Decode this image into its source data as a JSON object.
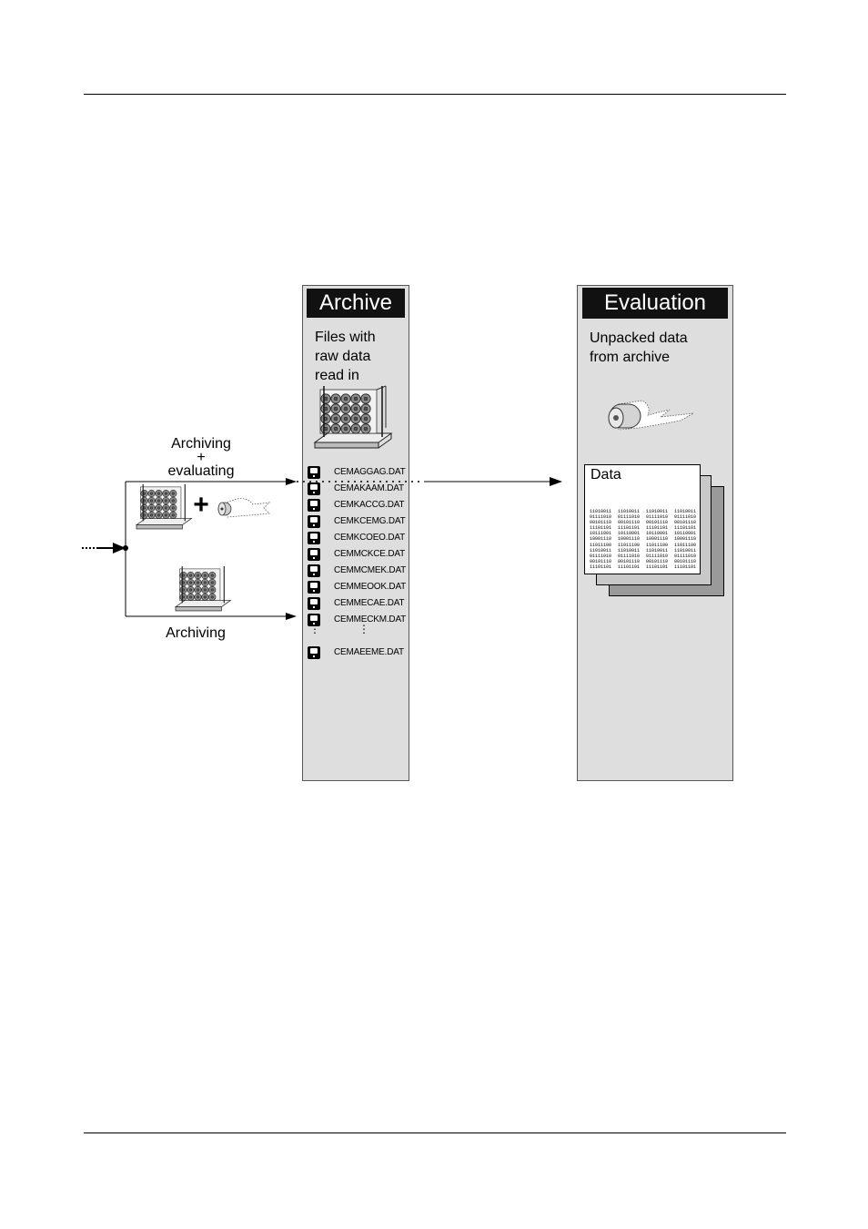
{
  "archive": {
    "title": "Archive",
    "description": "Files with\nraw data\nread in",
    "files": [
      "CEMAGGAG.DAT",
      "CEMAKAAM.DAT",
      "CEMKACCG.DAT",
      "CEMKCEMG.DAT",
      "CEMKCOEO.DAT",
      "CEMMCKCE.DAT",
      "CEMMCMEK.DAT",
      "CEMMEOOK.DAT",
      "CEMMECAE.DAT",
      "CEMMECKM.DAT"
    ],
    "last_file": "CEMAEEME.DAT"
  },
  "evaluation": {
    "title": "Evaluation",
    "description": "Unpacked data\nfrom archive",
    "data_label": "Data",
    "binary_columns": [
      [
        "11010011",
        "01111010",
        "00101110",
        "11101101",
        "10111001",
        "10001110",
        "11011100",
        "11010011",
        "01111010",
        "00101110",
        "11101101"
      ],
      [
        "11010011",
        "01111010",
        "00101110",
        "11101101",
        "10110001",
        "10001110",
        "11011100",
        "11010011",
        "01111010",
        "00101110",
        "11101101"
      ],
      [
        "11010011",
        "01111010",
        "00101110",
        "11101101",
        "10110001",
        "10001110",
        "11011100",
        "11010011",
        "01111010",
        "00101110",
        "11101101"
      ],
      [
        "11010011",
        "01111010",
        "00101110",
        "11101101",
        "10110001",
        "10001110",
        "11011100",
        "11010011",
        "01111010",
        "00101110",
        "11101101"
      ]
    ]
  },
  "flow": {
    "top_branch_label_1": "Archiving",
    "top_branch_plus": "+",
    "top_branch_label_2": "evaluating",
    "bottom_branch_label": "Archiving",
    "plus_sign": "+"
  },
  "colors": {
    "panel_fill": "#dedede",
    "title_fill": "#111111",
    "title_text": "#ffffff",
    "sheet_back_2": "#9a9a9a",
    "sheet_back_1": "#c8c8c8"
  }
}
